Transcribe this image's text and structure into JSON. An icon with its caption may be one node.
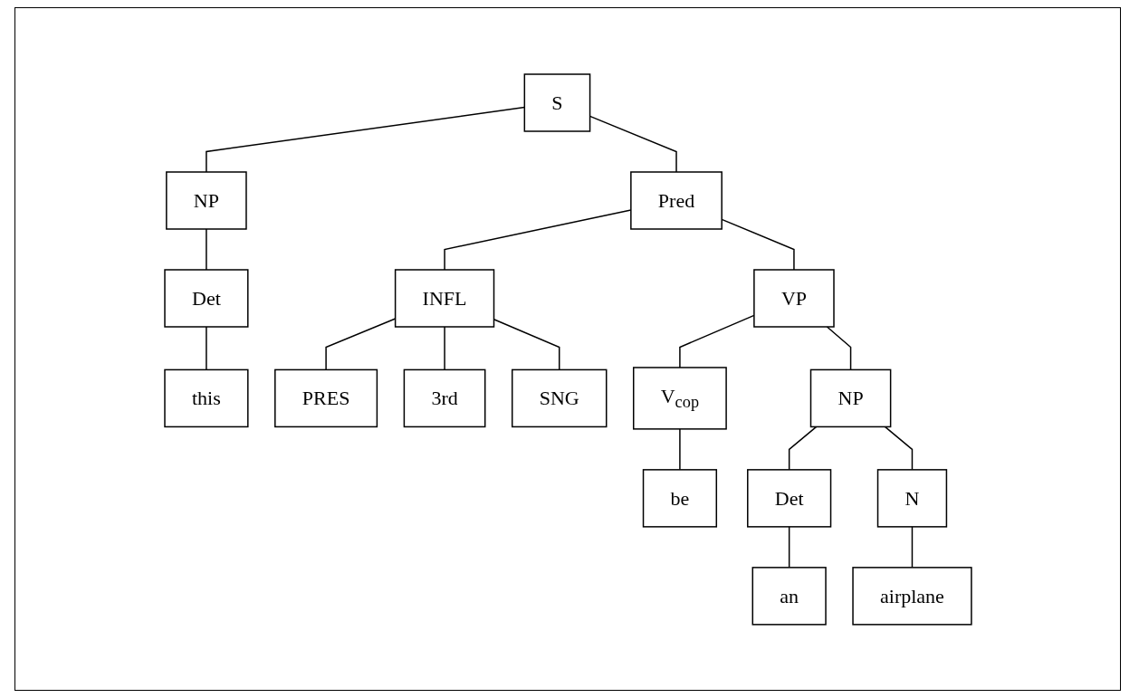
{
  "diagram": {
    "nodes": [
      {
        "text": [
          "S"
        ]
      },
      {
        "text": [
          "NP"
        ]
      },
      {
        "text": [
          "Det"
        ]
      },
      {
        "text": [
          "this"
        ]
      },
      {
        "text": [
          "Pred"
        ]
      },
      {
        "text": [
          "INFL"
        ]
      },
      {
        "text": [
          "PRES"
        ]
      },
      {
        "text": [
          "3rd"
        ]
      },
      {
        "text": [
          "SNG"
        ]
      },
      {
        "text": [
          "VP"
        ]
      },
      {
        "text": [
          "V$_{cop}$"
        ]
      },
      {
        "text": [
          "be"
        ]
      },
      {
        "text": [
          "NP"
        ]
      },
      {
        "text": [
          "Det"
        ]
      },
      {
        "text": [
          "an"
        ]
      },
      {
        "text": [
          "N"
        ]
      },
      {
        "text": [
          "airplane"
        ]
      }
    ],
    "edges": [
      {
        "from": 0,
        "to": 1,
        "arrow": "none"
      },
      {
        "from": 1,
        "to": 2,
        "arrow": "none"
      },
      {
        "from": 2,
        "to": 3,
        "arrow": "none"
      },
      {
        "from": 0,
        "to": 4,
        "arrow": "none"
      },
      {
        "from": 4,
        "to": 5,
        "arrow": "none"
      },
      {
        "from": 5,
        "to": 6,
        "arrow": "none"
      },
      {
        "from": 5,
        "to": 7,
        "arrow": "none"
      },
      {
        "from": 5,
        "to": 8,
        "arrow": "none"
      },
      {
        "from": 4,
        "to": 9,
        "arrow": "none"
      },
      {
        "from": 9,
        "to": 10,
        "arrow": "none"
      },
      {
        "from": 10,
        "to": 11,
        "arrow": "none"
      },
      {
        "from": 9,
        "to": 12,
        "arrow": "none"
      },
      {
        "from": 12,
        "to": 13,
        "arrow": "none"
      },
      {
        "from": 13,
        "to": 14,
        "arrow": "none"
      },
      {
        "from": 12,
        "to": 15,
        "arrow": "none"
      },
      {
        "from": 15,
        "to": 16,
        "arrow": "none"
      }
    ]
  }
}
